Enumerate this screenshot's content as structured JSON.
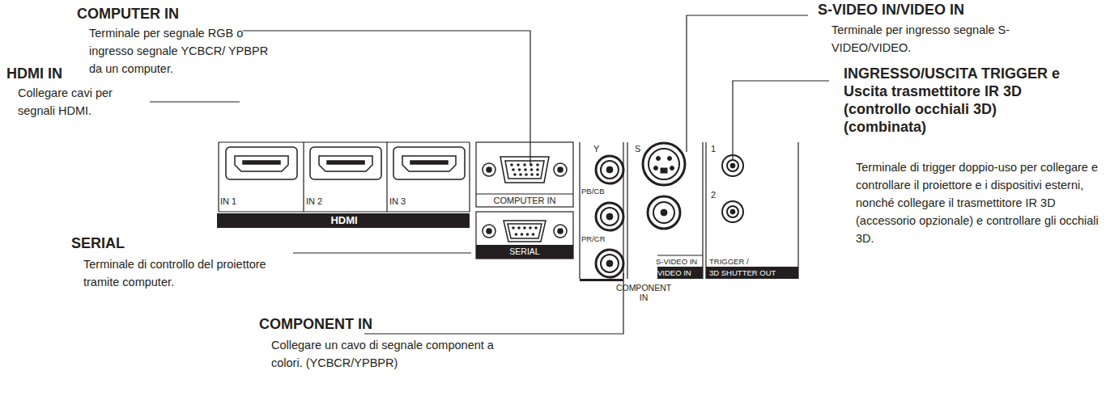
{
  "diagram": {
    "labels": [
      "COMPUTER IN",
      "Terminale per segnale RGB o ingresso segnale YCBCR/ YPBPR da un computer.",
      "HDMI IN",
      "Collegare cavi per segnali HDMI.",
      "SERIAL",
      "Terminale di controllo del proiettore tramite computer.",
      "COMPONENT IN",
      "Collegare un cavo di segnale component a colori. (YCBCR/YPBPR)",
      "S-VIDEO IN/VIDEO IN",
      "Terminale per ingresso segnale S-VIDEO/VIDEO.",
      "INGRESSO/USCITA TRIGGER e Uscita trasmettitore IR 3D (controllo occhiali 3D) (combinata)",
      "Terminale di trigger doppio-uso per collegare e controllare il proiettore e i dispositivi esterni, nonché collegare il trasmettitore IR 3D (accessorio opzionale) e controllare gli occhiali 3D.",
      "IN 1",
      "IN 2",
      "IN 3",
      "HDMI",
      "COMPUTER IN",
      "SERIAL",
      "Y",
      "PB/CB",
      "PR/CR",
      "COMPONENT IN",
      "S",
      "S-VIDEO IN",
      "VIDEO IN",
      "1",
      "2",
      "TRIGGER /",
      "3D SHUTTER OUT"
    ]
  }
}
